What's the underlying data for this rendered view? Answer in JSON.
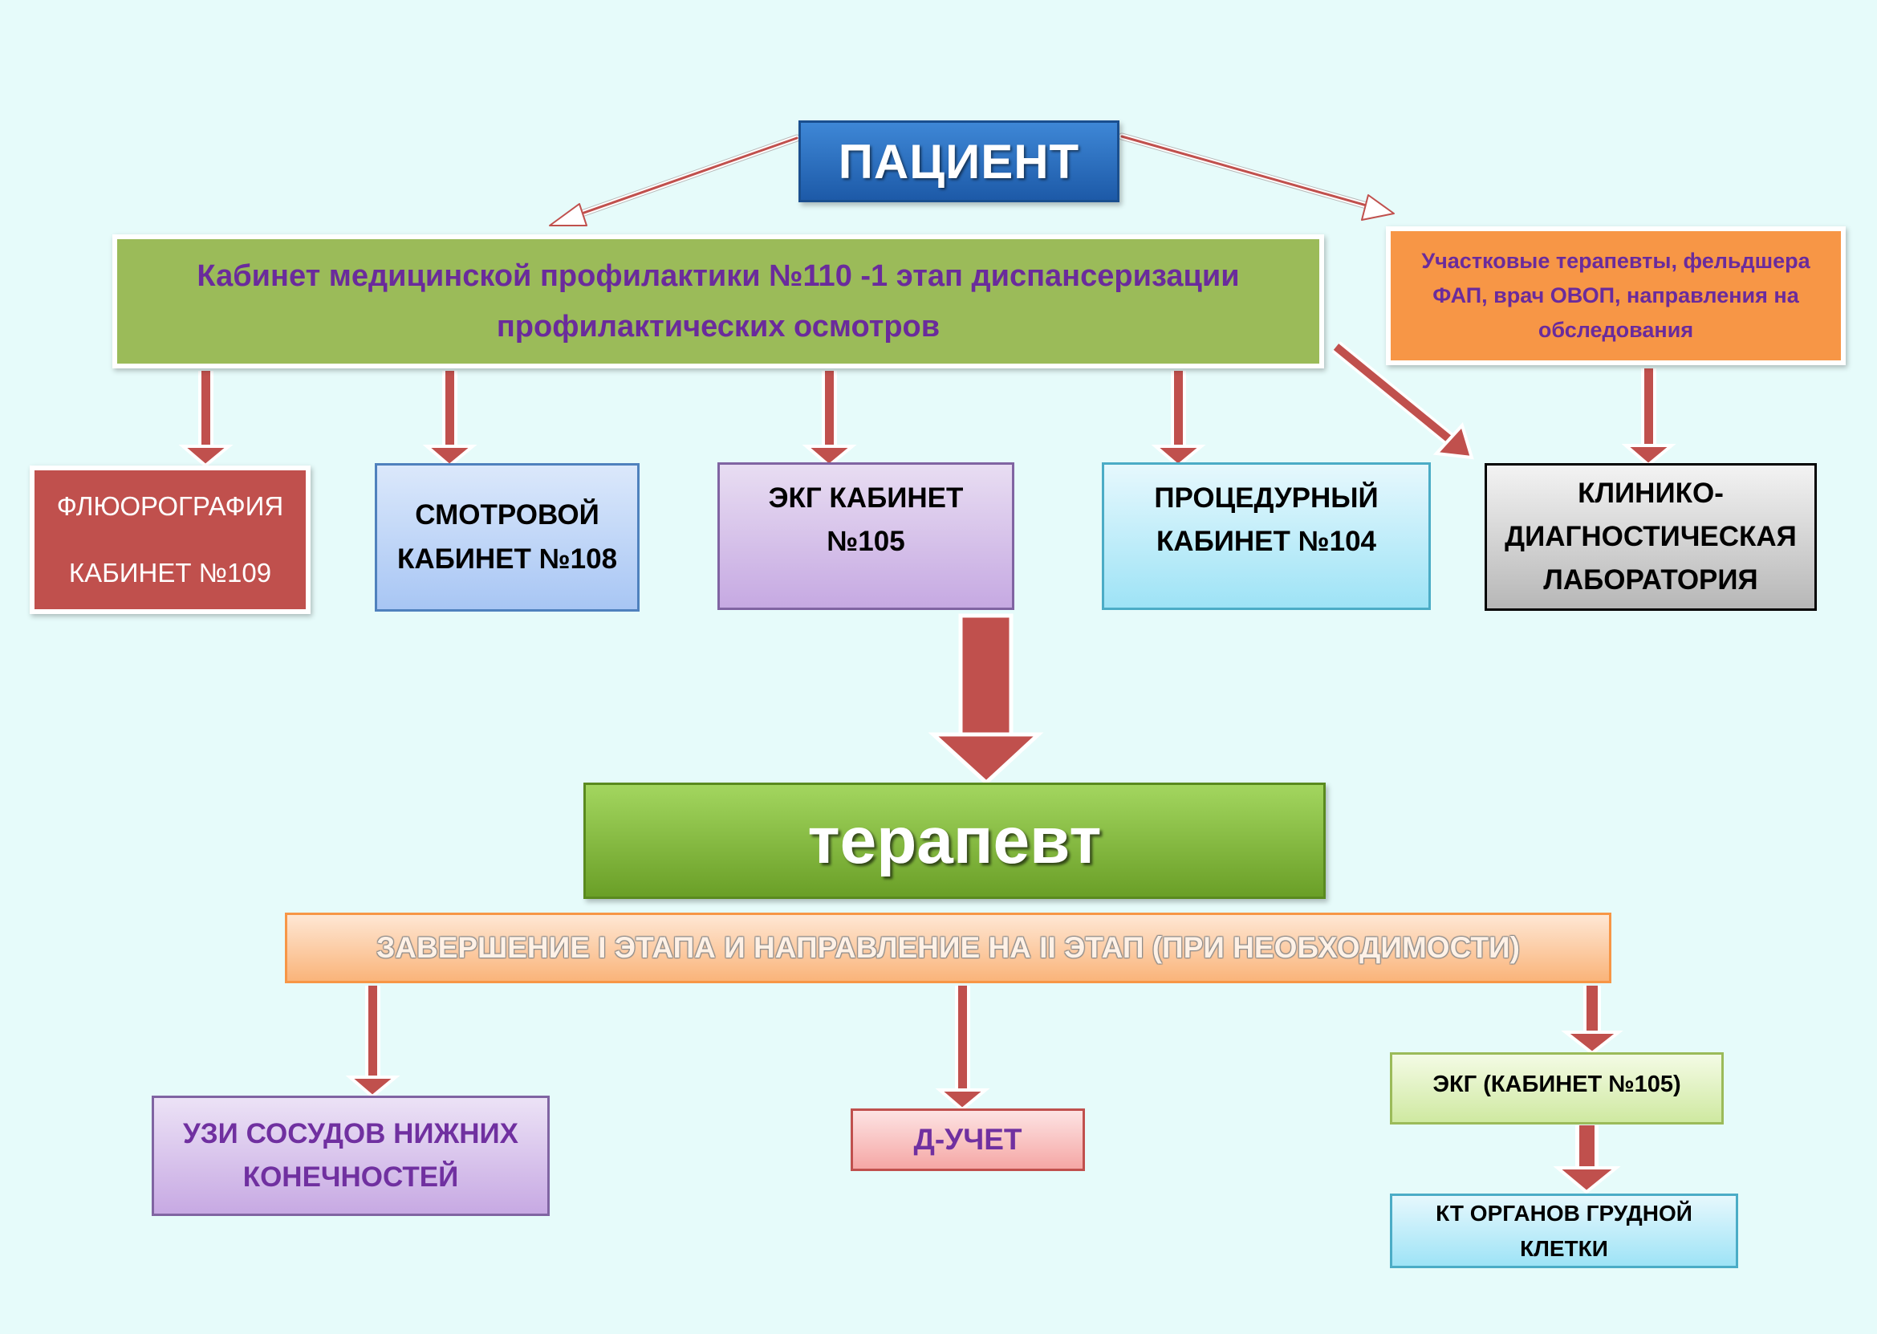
{
  "nodes": {
    "patient": "ПАЦИЕНТ",
    "prevention": "Кабинет медицинской профилактики №110 -1 этап диспансеризации\nпрофилактических осмотров",
    "district": "Участковые терапевты, фельдшера\nФАП, врач ОВОП, направления на\nобследования",
    "fluoro": "ФЛЮОРОГРАФИЯ\nКАБИНЕТ №109",
    "exam_room": "СМОТРОВОЙ\nКАБИНЕТ №108",
    "ecg_room": "ЭКГ КАБИНЕТ\n№105",
    "procedure_room": "ПРОЦЕДУРНЫЙ\nКАБИНЕТ №104",
    "lab": "КЛИНИКО-\nДИАГНОСТИЧЕСКАЯ\nЛАБОРАТОРИЯ",
    "therapist": "терапевт",
    "completion": "ЗАВЕРШЕНИЕ I ЭТАПА И НАПРАВЛЕНИЕ НА II ЭТАП (ПРИ НЕОБХОДИМОСТИ)",
    "uzi": "УЗИ СОСУДОВ НИЖНИХ\nКОНЕЧНОСТЕЙ",
    "d_registration": "Д-УЧЕТ",
    "ecg_second": "ЭКГ (КАБИНЕТ №105)",
    "ct": "КТ ОРГАНОВ ГРУДНОЙ\nКЛЕТКИ"
  },
  "colors": {
    "background": "#e6fbfa",
    "arrow": "#c0504d",
    "arrow_outline": "#ffffff"
  }
}
